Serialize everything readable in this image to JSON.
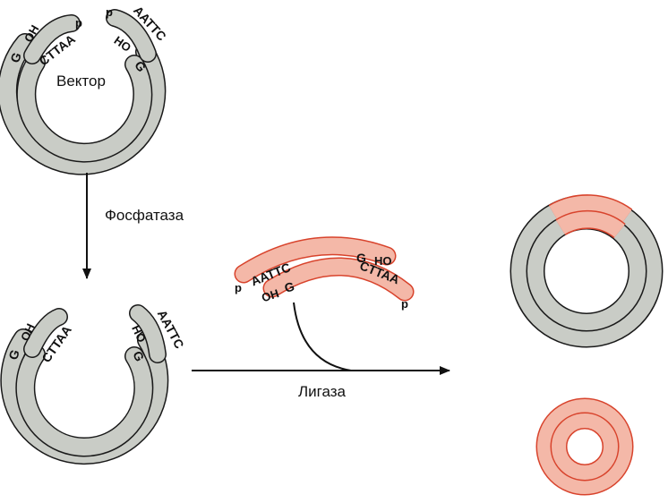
{
  "labels": {
    "vector": "Вектор",
    "phosphatase": "Фосфатаза",
    "ligase": "Лигаза"
  },
  "vector_ends": {
    "left_outer": "G",
    "left_oh": "OH",
    "left_inner": "CTTAA",
    "left_p": "p",
    "right_p": "p",
    "right_outer": "AATTC",
    "right_ho": "HO",
    "right_inner": "G"
  },
  "dephosphorylated_ends": {
    "left_outer": "G",
    "left_oh": "OH",
    "left_inner": "CTTAA",
    "right_outer": "AATTC",
    "right_ho": "HO",
    "right_inner": "G"
  },
  "insert_ends": {
    "p_left": "p",
    "top_left": "AATTC",
    "top_right": "G",
    "ho": "HO",
    "oh": "OH",
    "bottom_left": "G",
    "bottom_right": "CTTAA",
    "p_right": "p"
  },
  "colors": {
    "vector_dna": "#c9ccc6",
    "insert_dna": "#f4b8a8",
    "outline": "#1a1a1a",
    "insert_outline": "#d8432c"
  }
}
